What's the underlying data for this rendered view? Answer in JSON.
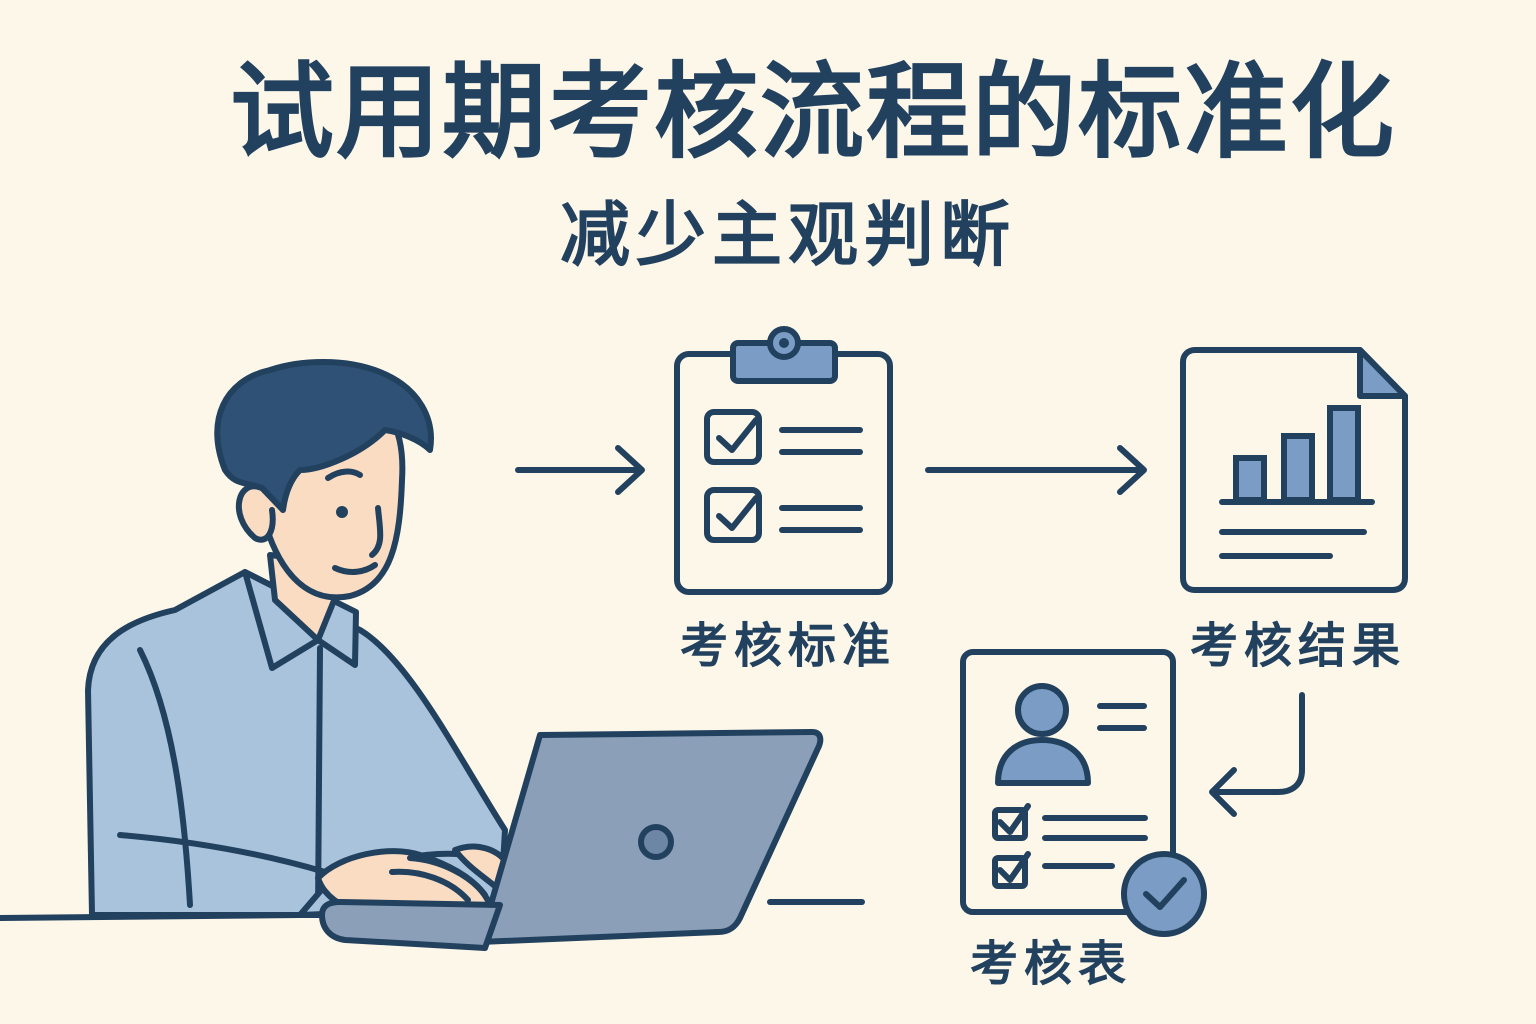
{
  "title": "试用期考核流程的标准化",
  "subtitle": "减少主观判断",
  "steps": {
    "criteria": {
      "label": "考核标准",
      "icon": "clipboard-checklist-icon"
    },
    "results": {
      "label": "考核结果",
      "icon": "bar-chart-document-icon"
    },
    "form": {
      "label": "考核表",
      "icon": "profile-form-icon"
    }
  },
  "colors": {
    "background": "#fdf7e9",
    "ink": "#22415f",
    "accent": "#7b9cc4",
    "shirt": "#a9c3dd",
    "laptop": "#8b9fb8",
    "skin": "#f9dcc2"
  }
}
